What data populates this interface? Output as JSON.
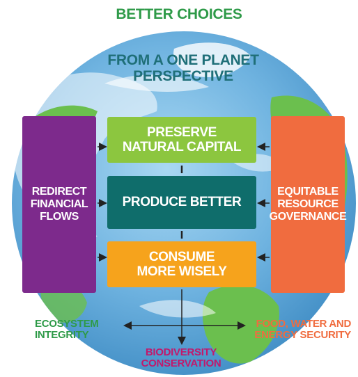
{
  "title": "BETTER CHOICES",
  "subtitle": "FROM A ONE PLANET\nPERSPECTIVE",
  "center_boxes": {
    "preserve": "PRESERVE\nNATURAL CAPITAL",
    "produce": "PRODUCE BETTER",
    "consume": "CONSUME\nMORE WISELY"
  },
  "side_boxes": {
    "left": "REDIRECT\nFINANCIAL\nFLOWS",
    "right": "EQUITABLE\nRESOURCE\nGOVERNANCE"
  },
  "outcomes": {
    "ecosystem": "ECOSYSTEM\nINTEGRITY",
    "food": "FOOD, WATER AND\nENERGY SECURITY",
    "biodiversity": "BIODIVERSITY\nCONSERVATION"
  },
  "colors": {
    "title_green": "#2e9a48",
    "subtitle_teal": "#1f6f78",
    "preserve_green": "#8cc63f",
    "produce_teal": "#0f6d6b",
    "consume_orange": "#f6a31c",
    "redirect_purple": "#7d2a8c",
    "equitable_orange": "#f06c3f",
    "ecosystem_green": "#2e9a48",
    "food_orange": "#f06c3f",
    "bio_magenta": "#c2186b",
    "ocean_blue": "#5da8da",
    "land_green": "#6bbf4e"
  }
}
